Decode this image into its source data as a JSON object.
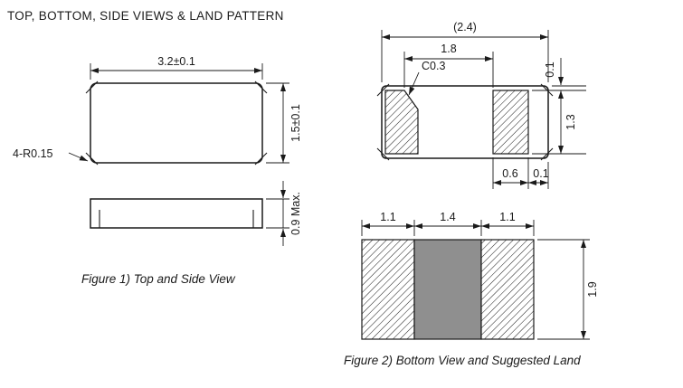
{
  "title": "TOP, BOTTOM, SIDE VIEWS & LAND PATTERN",
  "figure1": {
    "caption": "Figure 1) Top and  Side View",
    "top_view": {
      "width": "3.2±0.1",
      "height": "1.5±0.1",
      "corner_note": "4-R0.15"
    },
    "side_view": {
      "height": "0.9 Max."
    }
  },
  "figure2": {
    "caption": "Figure 2) Bottom View and Suggested  Land",
    "bottom_view": {
      "overall_width": "(2.4)",
      "pad_span": "1.8",
      "chamfer": "C0.3",
      "top_gap": "0.1",
      "pad_height": "1.3",
      "pad_width": "0.6",
      "side_gap": "0.1"
    },
    "land": {
      "left_width": "1.1",
      "center_width": "1.4",
      "right_width": "1.1",
      "height": "1.9"
    }
  },
  "colors": {
    "line": "#1a1a1a",
    "pad_gray": "#8f8f8f"
  }
}
